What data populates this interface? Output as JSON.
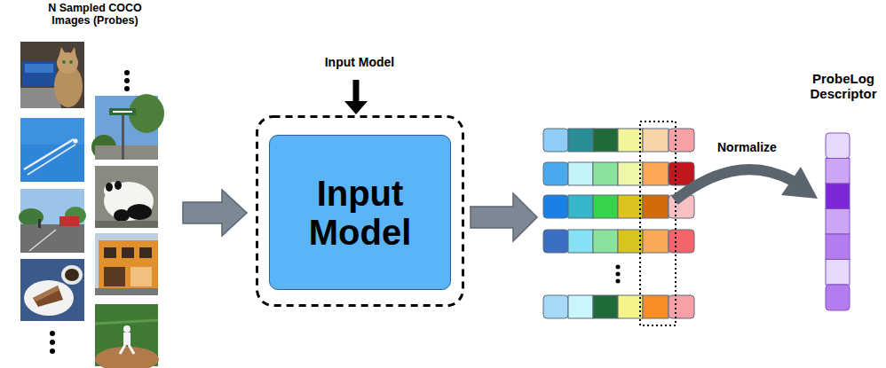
{
  "diagram": {
    "nodes": [
      {
        "text": [
          "N Sampled COCO Images (Probes)"
        ]
      },
      {
        "text": [
          "Input Model"
        ]
      },
      {
        "text": [
          "Input Model"
        ],
        "in": 1
      },
      {
        "text": [
          "ProbeLog Descriptor"
        ]
      }
    ],
    "edges": [
      {
        "from": 0,
        "to": 1,
        "arrow": "to"
      }
    ],
    "labels": [
      "Normalize"
    ]
  }
}
